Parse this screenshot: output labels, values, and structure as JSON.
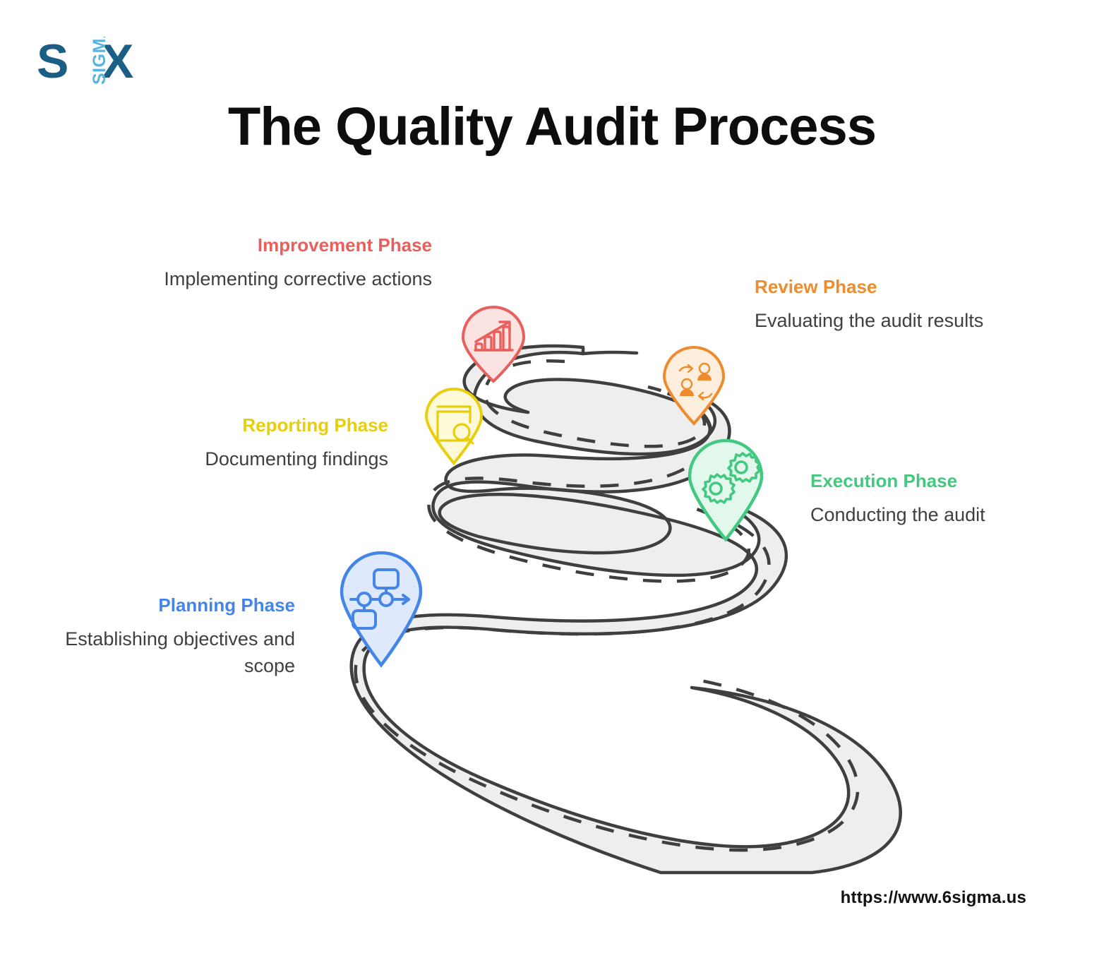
{
  "logo": {
    "main_text": "SX",
    "letter_1": "S",
    "letter_2": "X",
    "vertical_text": "SIGMA",
    "dark_color": "#1b5e85",
    "light_color": "#5ab4e0"
  },
  "header": {
    "title": "The Quality Audit Process"
  },
  "footer": {
    "url": "https://www.6sigma.us"
  },
  "phases": [
    {
      "id": "planning",
      "title": "Planning Phase",
      "description": "Establishing objectives and scope",
      "color": "#4485e8",
      "fill": "#dfe9fd",
      "icon": "workflow-diagram-icon",
      "side": "left",
      "order": 1
    },
    {
      "id": "execution",
      "title": "Execution Phase",
      "description": "Conducting the audit",
      "color": "#43c97f",
      "fill": "#e2f8ec",
      "icon": "gears-icon",
      "side": "right",
      "order": 2
    },
    {
      "id": "reporting",
      "title": "Reporting Phase",
      "description": "Documenting findings",
      "color": "#e8ce0c",
      "fill": "#fdf9d9",
      "icon": "document-search-icon",
      "side": "left",
      "order": 3
    },
    {
      "id": "review",
      "title": "Review Phase",
      "description": "Evaluating the audit results",
      "color": "#ee8b2c",
      "fill": "#fdeedd",
      "icon": "people-review-icon",
      "side": "right",
      "order": 4
    },
    {
      "id": "improvement",
      "title": "Improvement Phase",
      "description": "Implementing corrective actions",
      "color": "#e8605d",
      "fill": "#fbe3e2",
      "icon": "growth-chart-icon",
      "side": "left",
      "order": 5
    }
  ],
  "road": {
    "fill": "#eeeeee",
    "stroke": "#3f3f3f",
    "dash_color": "#3f3f3f"
  }
}
